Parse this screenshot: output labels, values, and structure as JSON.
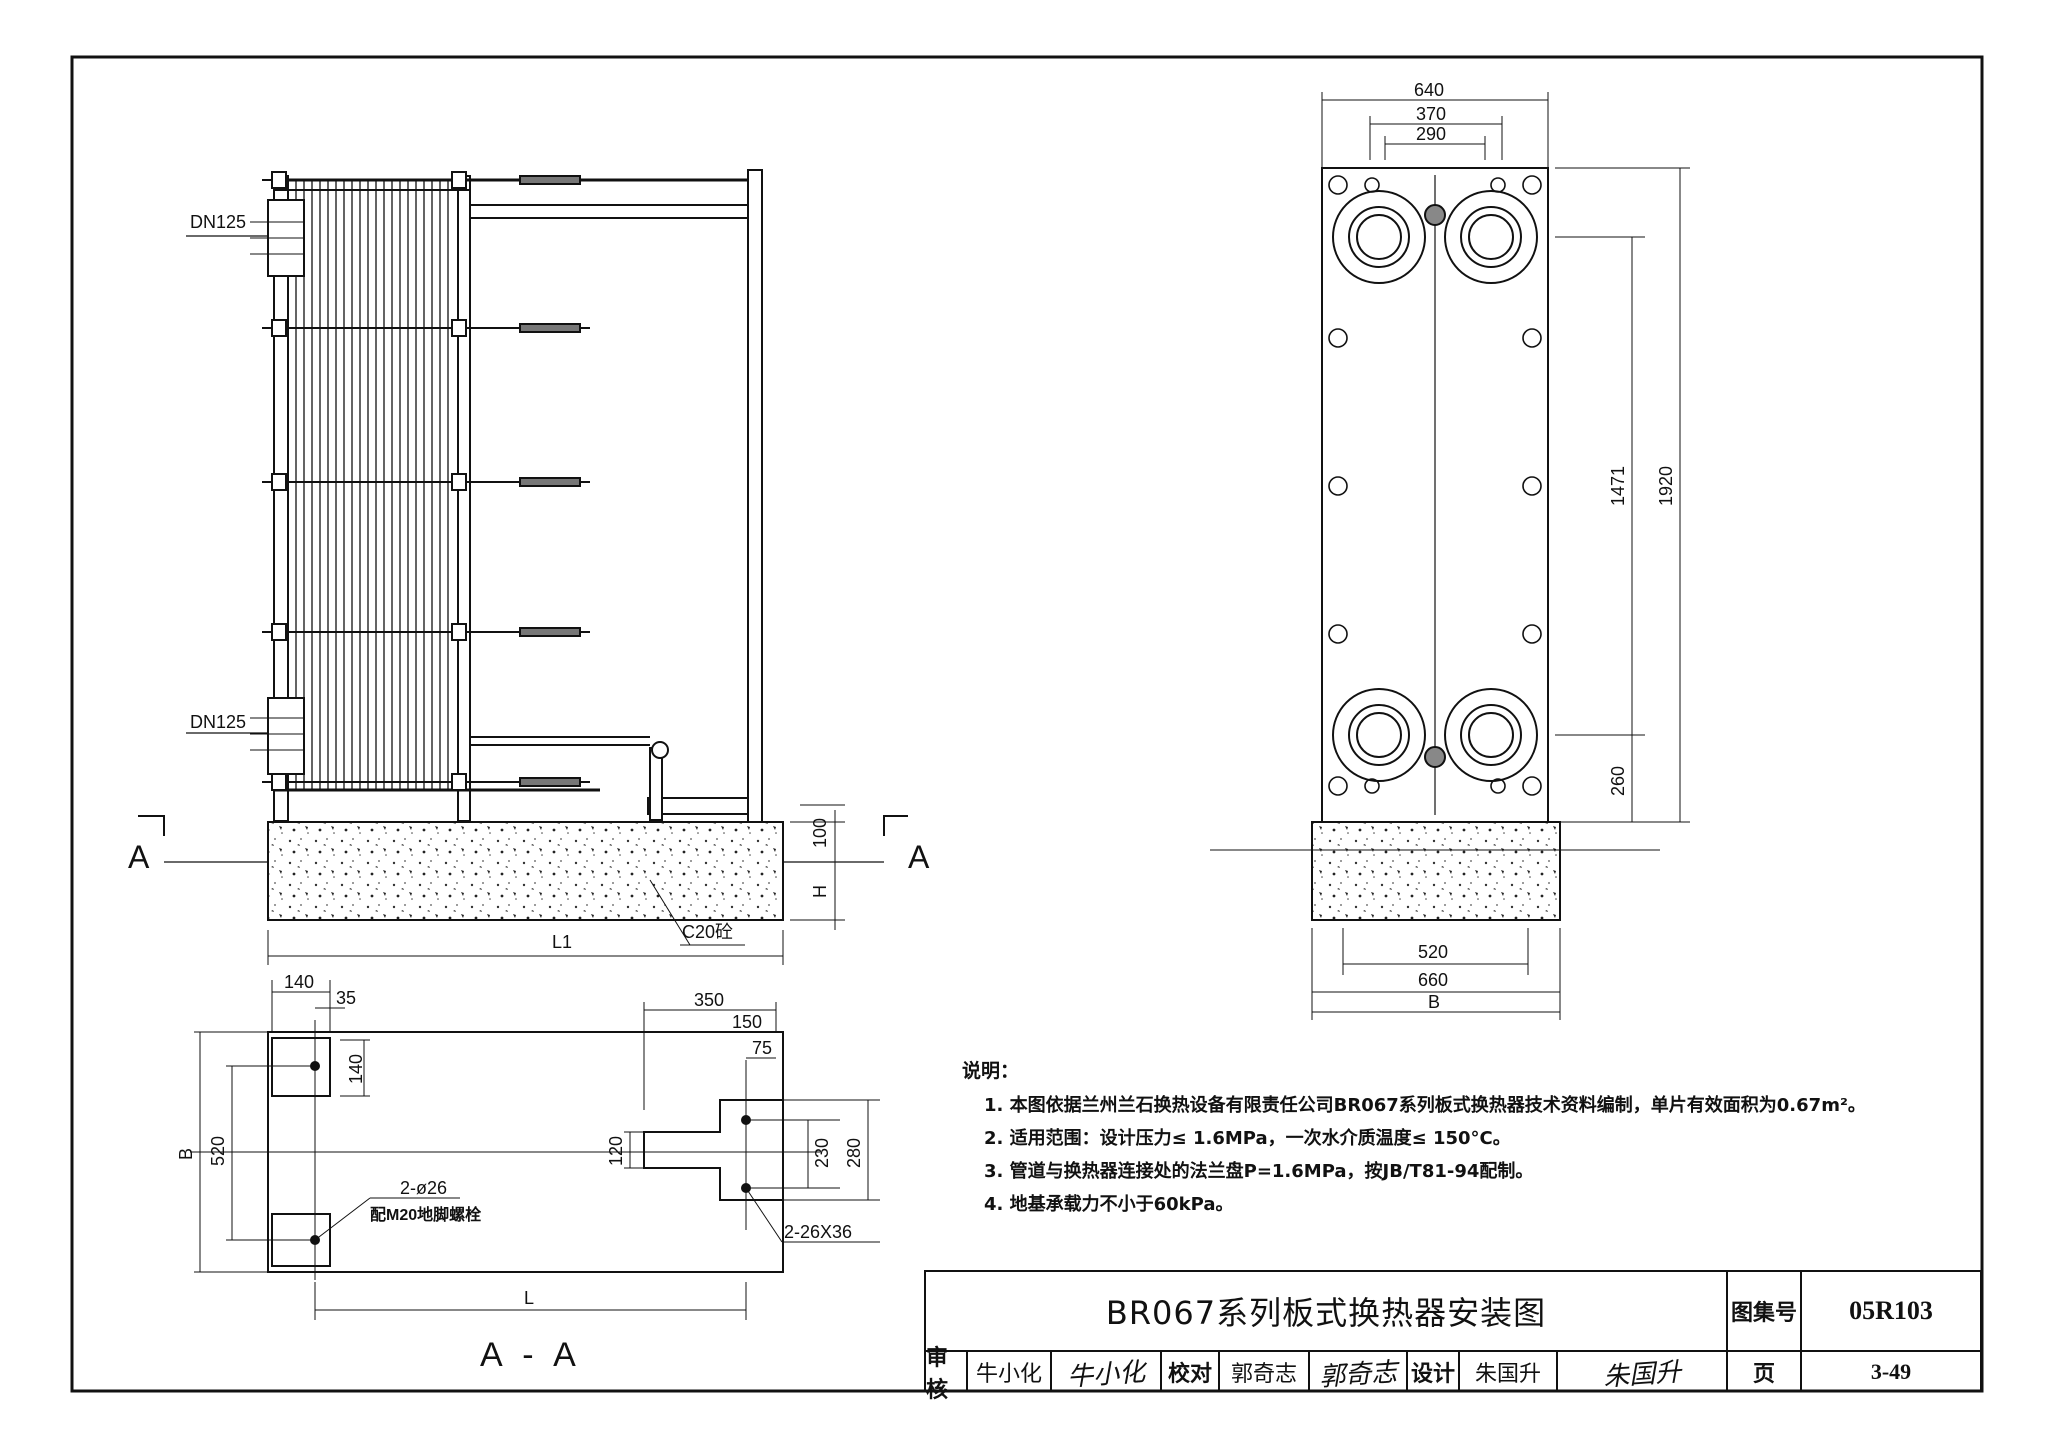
{
  "side_view": {
    "pipe_top": "DN125",
    "pipe_bottom": "DN125",
    "section_mark": "A",
    "dim_100": "100",
    "dim_h": "H",
    "dim_l1": "L1",
    "concrete": "C20砼"
  },
  "front_view": {
    "dim_640": "640",
    "dim_370": "370",
    "dim_290": "290",
    "dim_1471": "1471",
    "dim_1920": "1920",
    "dim_260": "260",
    "dim_520": "520",
    "dim_660": "660",
    "dim_b": "B"
  },
  "plan_view": {
    "dim_140_top": "140",
    "dim_35": "35",
    "dim_140_side": "140",
    "dim_350": "350",
    "dim_150": "150",
    "dim_75": "75",
    "dim_b": "B",
    "dim_520": "520",
    "dim_120": "120",
    "dim_230": "230",
    "dim_280": "280",
    "hole_label": "2-ø26",
    "bolt_label": "配M20地脚螺栓",
    "slot_label": "2-26X36",
    "dim_l": "L",
    "section_title": "A - A"
  },
  "notes": {
    "title": "说明：",
    "items": [
      "1.  本图依据兰州兰石换热设备有限责任公司BR067系列板式换热器技术资料编制，单片有效面积为0.67m²。",
      "2.  适用范围：设计压力≤ 1.6MPa，一次水介质温度≤ 150°C。",
      "3.  管道与换热器连接处的法兰盘P=1.6MPa，按JB/T81-94配制。",
      "4.  地基承载力不小于60kPa。"
    ]
  },
  "title_block": {
    "title": "BR067系列板式换热器安装图",
    "atlas_label": "图集号",
    "atlas_no": "05R103",
    "page_label": "页",
    "page_no": "3-49",
    "review_label": "审核",
    "reviewer": "牛小化",
    "reviewer_sig": "牛小化",
    "check_label": "校对",
    "checker": "郭奇志",
    "checker_sig": "郭奇志",
    "design_label": "设计",
    "designer": "朱国升",
    "designer_sig": "朱国升"
  }
}
